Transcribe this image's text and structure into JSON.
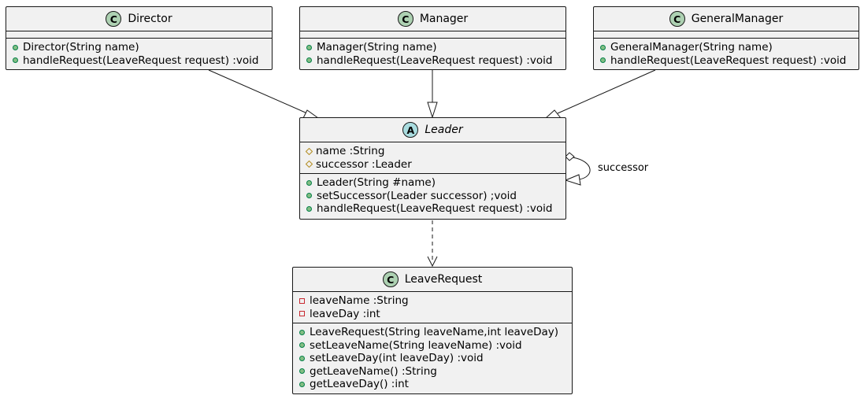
{
  "classes": {
    "director": {
      "name": "Director",
      "stereotype": "C",
      "fields": [],
      "methods": [
        {
          "vis": "public",
          "text": "Director(String name)"
        },
        {
          "vis": "public",
          "text": "handleRequest(LeaveRequest request) :void"
        }
      ]
    },
    "manager": {
      "name": "Manager",
      "stereotype": "C",
      "fields": [],
      "methods": [
        {
          "vis": "public",
          "text": "Manager(String name)"
        },
        {
          "vis": "public",
          "text": "handleRequest(LeaveRequest request) :void"
        }
      ]
    },
    "general_manager": {
      "name": "GeneralManager",
      "stereotype": "C",
      "fields": [],
      "methods": [
        {
          "vis": "public",
          "text": "GeneralManager(String name)"
        },
        {
          "vis": "public",
          "text": "handleRequest(LeaveRequest request) :void"
        }
      ]
    },
    "leader": {
      "name": "Leader",
      "stereotype": "A",
      "abstract": true,
      "fields": [
        {
          "vis": "protected",
          "text": "name :String"
        },
        {
          "vis": "protected",
          "text": "successor :Leader"
        }
      ],
      "methods": [
        {
          "vis": "public",
          "text": "Leader(String #name)"
        },
        {
          "vis": "public",
          "text": "setSuccessor(Leader successor) ;void"
        },
        {
          "vis": "public",
          "text": "handleRequest(LeaveRequest request) :void"
        }
      ]
    },
    "leave_request": {
      "name": "LeaveRequest",
      "stereotype": "C",
      "fields": [
        {
          "vis": "private",
          "text": "leaveName :String"
        },
        {
          "vis": "private",
          "text": "leaveDay :int"
        }
      ],
      "methods": [
        {
          "vis": "public",
          "text": "LeaveRequest(String leaveName,int leaveDay)"
        },
        {
          "vis": "public",
          "text": "setLeaveName(String leaveName) :void"
        },
        {
          "vis": "public",
          "text": "setLeaveDay(int leaveDay) :void"
        },
        {
          "vis": "public",
          "text": "getLeaveName() :String"
        },
        {
          "vis": "public",
          "text": "getLeaveDay() :int"
        }
      ]
    }
  },
  "relations": {
    "self_association_label": "successor"
  },
  "colors": {
    "class_fill": "#f1f1f1",
    "border": "#181818",
    "class_badge": "#add1b2",
    "abstract_badge": "#a9dcdf"
  }
}
